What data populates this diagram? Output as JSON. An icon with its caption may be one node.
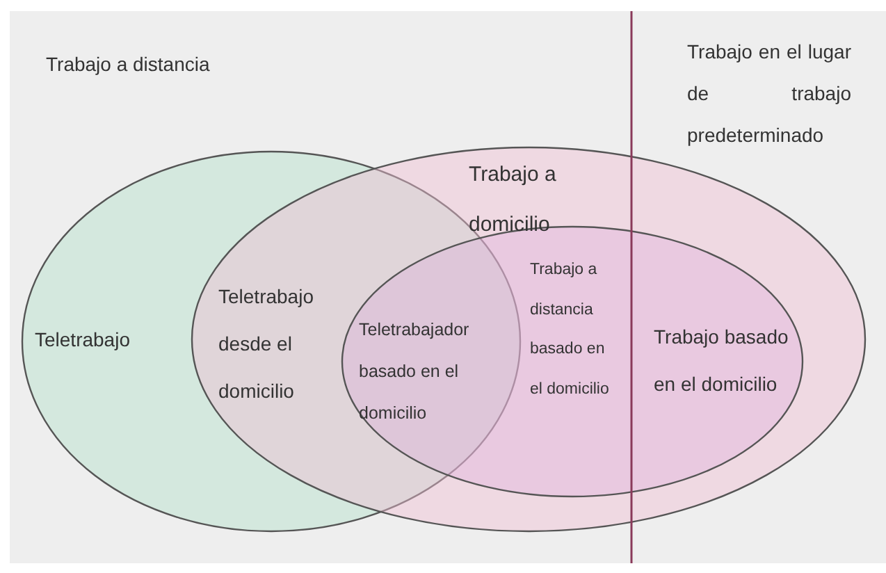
{
  "diagram": {
    "nodes": [
      {
        "text": [
          "Teletrabajo"
        ]
      },
      {
        "text": [
          "Trabajo a domicilio"
        ]
      },
      {
        "text": [
          "Trabajo basado en el domicilio"
        ],
        "in": 1
      }
    ],
    "labels": [
      "Trabajo a distancia",
      "Trabajo en el lugar de trabajo predeterminado",
      "Teletrabajo desde el domicilio",
      "Teletrabajador basado en el domicilio",
      "Trabajo a distancia basado en el domicilio"
    ]
  }
}
